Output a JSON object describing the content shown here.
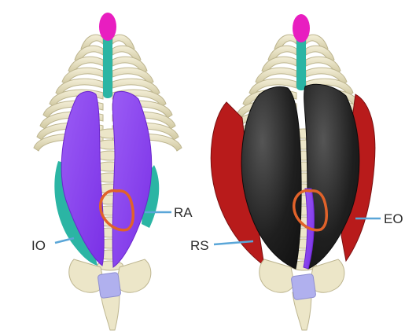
{
  "colors": {
    "bone": "#ece6c8",
    "bone_shadow": "#bdb58f",
    "rectus_abdominis": "#8a45ee",
    "internal_oblique": "#2bb5a4",
    "external_oblique": "#b81b1b",
    "rectus_sheath": "#2b2b2b",
    "xiphoid": "#e81ec0",
    "umbilicus_ring": "#e0622a",
    "pubic_symphysis": "#b0b0ee",
    "leader_line": "#5aa6d8"
  },
  "labels": {
    "ra": "RA",
    "io": "IO",
    "rs": "RS",
    "eo": "EO"
  }
}
